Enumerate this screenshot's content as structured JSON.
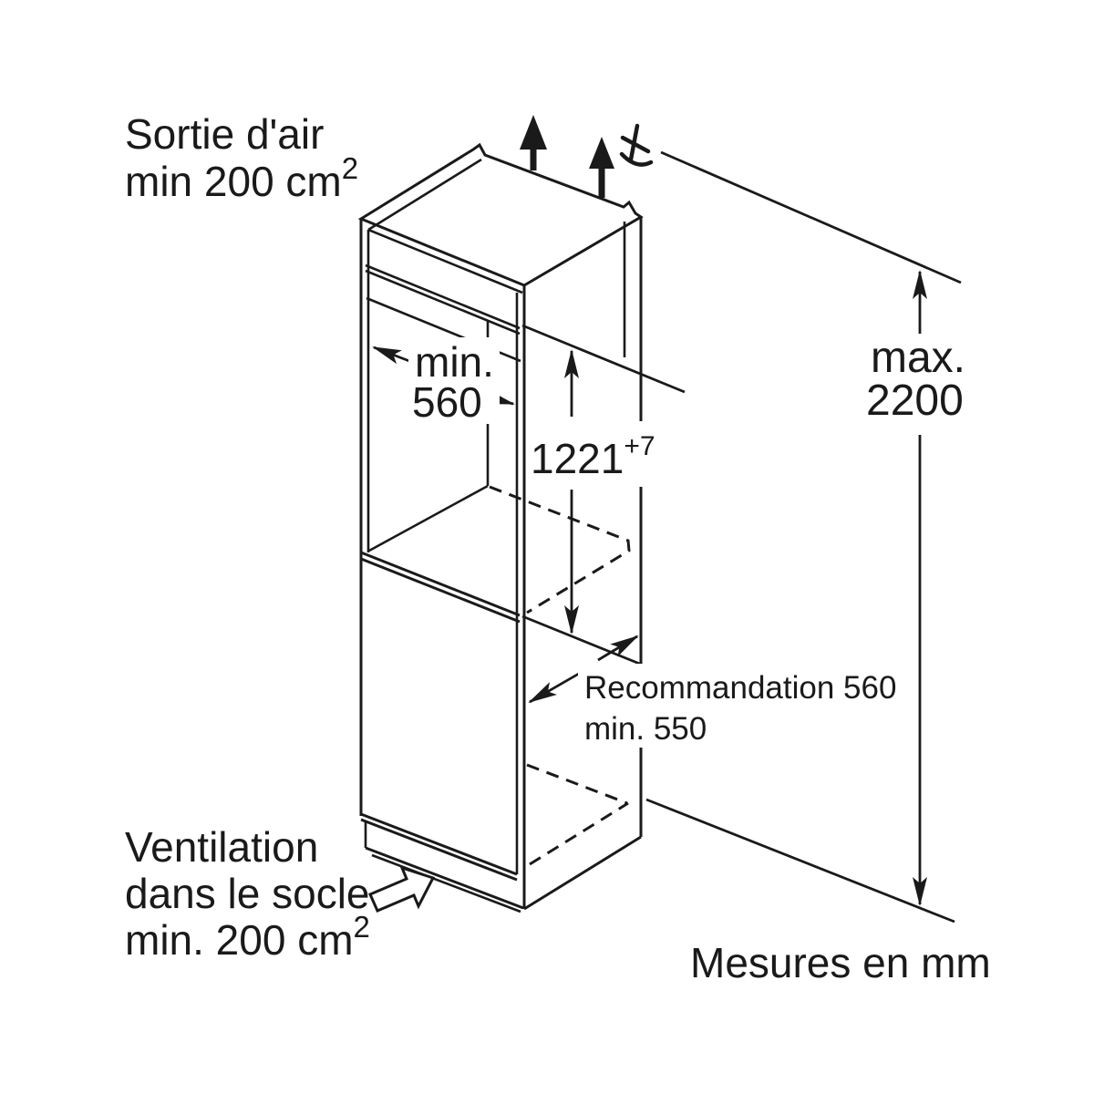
{
  "diagram": {
    "air_outlet_label": {
      "line1": "Sortie d'air",
      "line2": "min 200 cm",
      "line2_sup": "2"
    },
    "niche_width_label": {
      "line1": "min.",
      "line2": "560"
    },
    "niche_height_label": {
      "value": "1221",
      "tolerance_sup": "+7"
    },
    "max_height_label": {
      "line1": "max.",
      "line2": "2200"
    },
    "depth_label": {
      "line1": "Recommandation 560",
      "line2": "min. 550"
    },
    "base_vent_label": {
      "line1": "Ventilation",
      "line2": "dans le socle",
      "line3": "min. 200 cm",
      "line3_sup": "2"
    },
    "units_label": "Mesures en mm"
  },
  "colors": {
    "line": "#1a1a1a",
    "background": "#ffffff"
  }
}
